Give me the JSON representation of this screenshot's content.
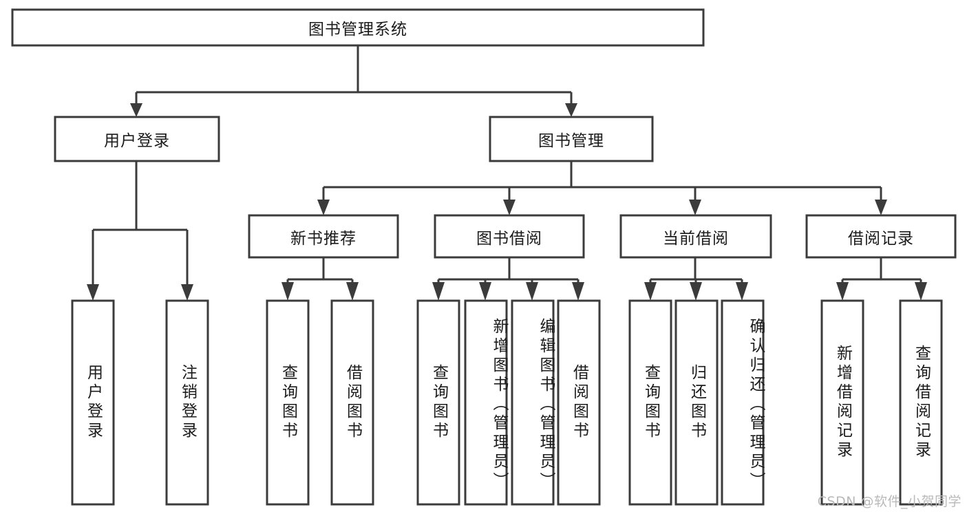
{
  "diagram": {
    "type": "tree-hierarchy",
    "title": "图书管理系统",
    "colors": {
      "box_stroke": "#3b3b3b",
      "box_fill": "#ffffff",
      "connector": "#3b3b3b",
      "text": "#1b1b1b",
      "background": "#ffffff",
      "watermark": "#b9b9b9"
    },
    "root": {
      "label": "图书管理系统"
    },
    "level2": [
      {
        "label": "用户登录"
      },
      {
        "label": "图书管理"
      }
    ],
    "level3": [
      {
        "label": "新书推荐"
      },
      {
        "label": "图书借阅"
      },
      {
        "label": "当前借阅"
      },
      {
        "label": "借阅记录"
      }
    ],
    "leaves": {
      "user_login": [
        {
          "label": "用户登录"
        },
        {
          "label": "注销登录"
        }
      ],
      "new_book_recommend": [
        {
          "label": "查询图书"
        },
        {
          "label": "借阅图书"
        }
      ],
      "book_borrow": [
        {
          "label": "查询图书"
        },
        {
          "label": "新增图书（管理员）"
        },
        {
          "label": "编辑图书（管理员）"
        },
        {
          "label": "借阅图书"
        }
      ],
      "current_borrow": [
        {
          "label": "查询图书"
        },
        {
          "label": "归还图书"
        },
        {
          "label": "确认归还（管理员）"
        }
      ],
      "borrow_record": [
        {
          "label": "新增借阅记录"
        },
        {
          "label": "查询借阅记录"
        }
      ]
    }
  },
  "watermark": {
    "text": "CSDN @软件_小贺同学"
  }
}
